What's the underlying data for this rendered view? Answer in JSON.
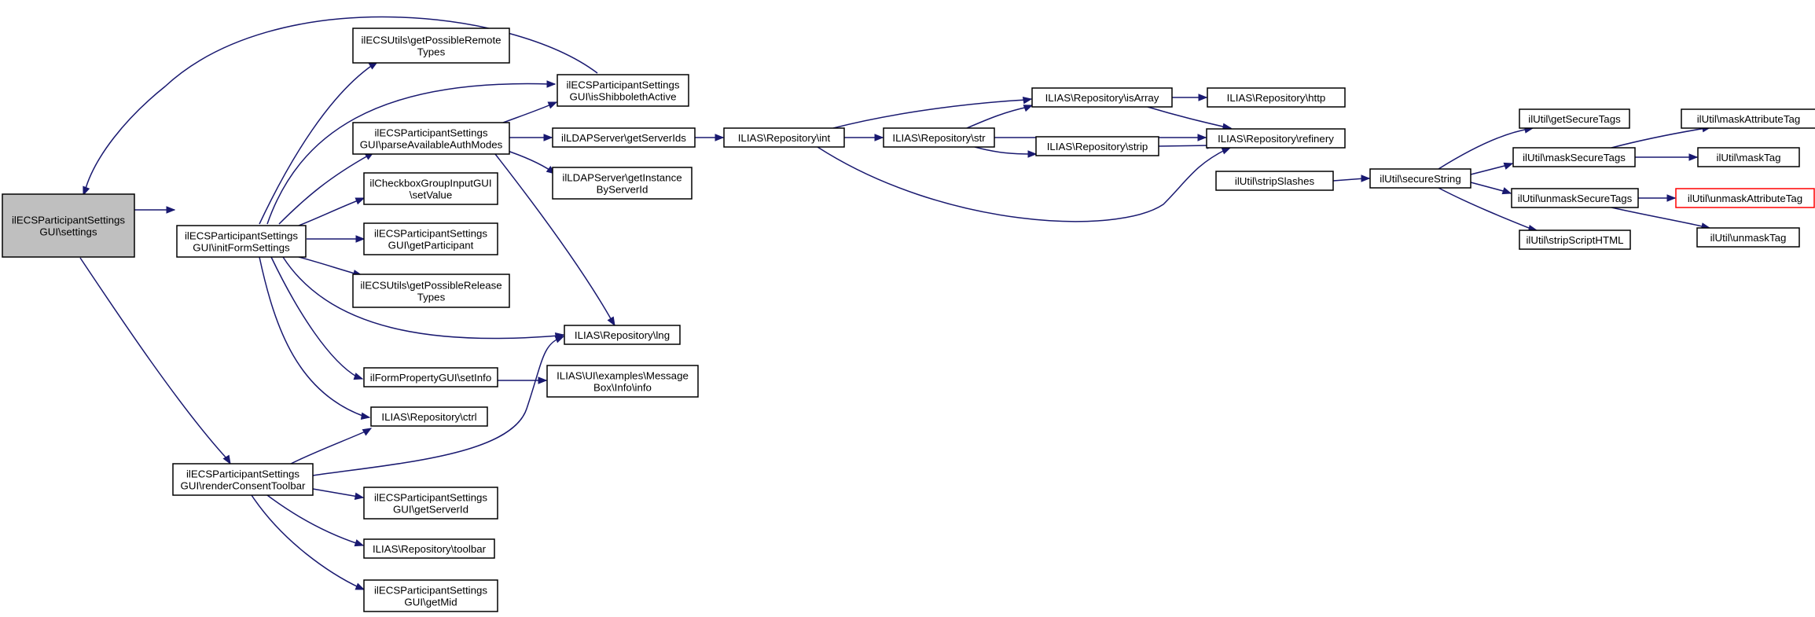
{
  "diagram": {
    "nodes": {
      "settings": {
        "lines": [
          "ilECSParticipantSettings",
          "GUI\\settings"
        ],
        "style": "root"
      },
      "initFormSettings": {
        "lines": [
          "ilECSParticipantSettings",
          "GUI\\initFormSettings"
        ]
      },
      "renderConsentToolbar": {
        "lines": [
          "ilECSParticipantSettings",
          "GUI\\renderConsentToolbar"
        ]
      },
      "getPossibleRemoteTypes": {
        "lines": [
          "ilECSUtils\\getPossibleRemote",
          "Types"
        ]
      },
      "isShibbolethActive": {
        "lines": [
          "ilECSParticipantSettings",
          "GUI\\isShibbolethActive"
        ]
      },
      "parseAvailableAuthModes": {
        "lines": [
          "ilECSParticipantSettings",
          "GUI\\parseAvailableAuthModes"
        ]
      },
      "setValue": {
        "lines": [
          "ilCheckboxGroupInputGUI",
          "\\setValue"
        ]
      },
      "getParticipant": {
        "lines": [
          "ilECSParticipantSettings",
          "GUI\\getParticipant"
        ]
      },
      "getPossibleReleaseTypes": {
        "lines": [
          "ilECSUtils\\getPossibleRelease",
          "Types"
        ]
      },
      "setInfo": {
        "lines": [
          "ilFormPropertyGUI\\setInfo"
        ]
      },
      "ctrl": {
        "lines": [
          "ILIAS\\Repository\\ctrl"
        ]
      },
      "getServerId": {
        "lines": [
          "ilECSParticipantSettings",
          "GUI\\getServerId"
        ]
      },
      "toolbar": {
        "lines": [
          "ILIAS\\Repository\\toolbar"
        ]
      },
      "getMid": {
        "lines": [
          "ilECSParticipantSettings",
          "GUI\\getMid"
        ]
      },
      "getServerIds": {
        "lines": [
          "ilLDAPServer\\getServerIds"
        ]
      },
      "getInstanceByServerId": {
        "lines": [
          "ilLDAPServer\\getInstance",
          "ByServerId"
        ]
      },
      "lng": {
        "lines": [
          "ILIAS\\Repository\\lng"
        ]
      },
      "info": {
        "lines": [
          "ILIAS\\UI\\examples\\Message",
          "Box\\Info\\info"
        ]
      },
      "int": {
        "lines": [
          "ILIAS\\Repository\\int"
        ]
      },
      "str": {
        "lines": [
          "ILIAS\\Repository\\str"
        ]
      },
      "isArray": {
        "lines": [
          "ILIAS\\Repository\\isArray"
        ]
      },
      "strip": {
        "lines": [
          "ILIAS\\Repository\\strip"
        ]
      },
      "http": {
        "lines": [
          "ILIAS\\Repository\\http"
        ]
      },
      "refinery": {
        "lines": [
          "ILIAS\\Repository\\refinery"
        ]
      },
      "stripSlashes": {
        "lines": [
          "ilUtil\\stripSlashes"
        ]
      },
      "secureString": {
        "lines": [
          "ilUtil\\secureString"
        ]
      },
      "getSecureTags": {
        "lines": [
          "ilUtil\\getSecureTags"
        ]
      },
      "maskSecureTags": {
        "lines": [
          "ilUtil\\maskSecureTags"
        ]
      },
      "unmaskSecureTags": {
        "lines": [
          "ilUtil\\unmaskSecureTags"
        ]
      },
      "stripScriptHTML": {
        "lines": [
          "ilUtil\\stripScriptHTML"
        ]
      },
      "maskAttributeTag": {
        "lines": [
          "ilUtil\\maskAttributeTag"
        ]
      },
      "maskTag": {
        "lines": [
          "ilUtil\\maskTag"
        ]
      },
      "unmaskAttributeTag": {
        "lines": [
          "ilUtil\\unmaskAttributeTag"
        ],
        "style": "red"
      },
      "unmaskTag": {
        "lines": [
          "ilUtil\\unmaskTag"
        ]
      }
    },
    "colors": {
      "edge": "#191970",
      "root_fill": "#bfbfbf",
      "highlight_border": "#ff0000"
    }
  }
}
